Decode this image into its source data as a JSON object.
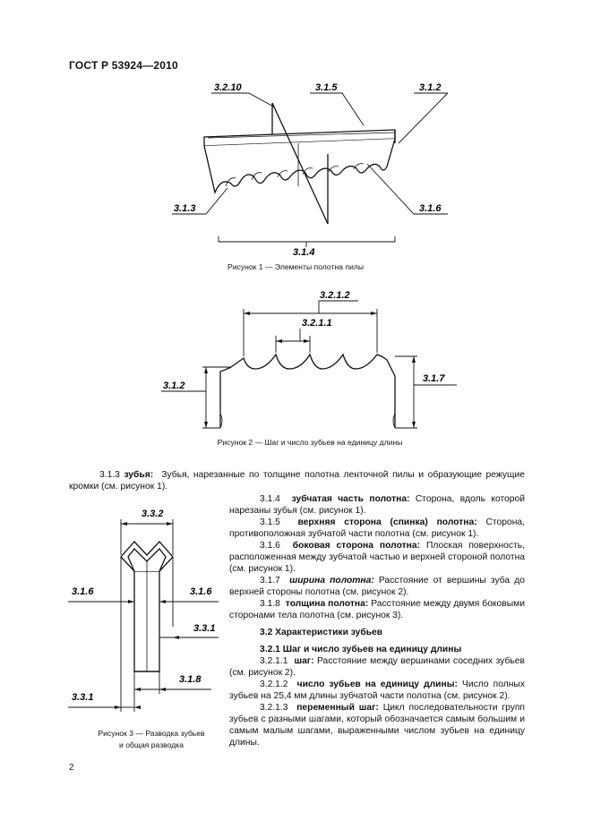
{
  "header": {
    "doc_id": "ГОСТ Р 53924—2010"
  },
  "figure1": {
    "labels": {
      "l3210": "3.2.10",
      "l315": "3.1.5",
      "l312": "3.1.2",
      "l313": "3.1.3",
      "l316": "3.1.6",
      "l314": "3.1.4"
    },
    "caption": "Рисунок 1 — Элементы полотна пилы"
  },
  "figure2": {
    "labels": {
      "l3212": "3.2.1.2",
      "l3211": "3.2.1.1",
      "l312": "3.1.2",
      "l317": "3.1.7"
    },
    "caption": "Рисунок 2 — Шаг и число зубьев на единицу длины"
  },
  "figure3": {
    "labels": {
      "l332": "3.3.2",
      "l316a": "3.1.6",
      "l316b": "3.1.6",
      "l331a": "3.3.1",
      "l318": "3.1.8",
      "l331b": "3.3.1"
    },
    "caption_line1": "Рисунок 3 — Разводка зубьев",
    "caption_line2": "и общая разводка"
  },
  "text": {
    "p313_num": "3.1.3",
    "p313_term": "зубья:",
    "p313_body": "Зубья, нарезанные по толщине полотна ленточной пилы и образующие режущие кромки (см. рисунок 1).",
    "p314_num": "3.1.4",
    "p314_term": "зубчатая часть полотна:",
    "p314_body": "Сторона, вдоль которой нарезаны зубья (см. рисунок 1).",
    "p315_num": "3.1.5",
    "p315_term": "верхняя сторона (спинка) полотна:",
    "p315_body": "Сторона, противоположная зубчатой части полотна (см. рисунок 1).",
    "p316_num": "3.1.6",
    "p316_term": "боковая сторона полотна:",
    "p316_body": "Плоская поверхность, расположенная между зубчатой частью и верхней стороной полотна (см. рисунок 1).",
    "p317_num": "3.1.7",
    "p317_term": "ширина полотна:",
    "p317_body": "Расстояние от вершины зуба до верхней стороны полотна (см. рисунок 2).",
    "p318_num": "3.1.8",
    "p318_term": "толщина полотна:",
    "p318_body": "Расстояние между двумя боковыми сторонами тела полотна (см. рисунок 3).",
    "s32": "3.2 Характеристики зубьев",
    "s321": "3.2.1 Шаг и число зубьев на единицу длины",
    "p3211_num": "3.2.1.1",
    "p3211_term": "шаг:",
    "p3211_body": "Расстояние между вершинами соседних зубьев (см. рисунок 2).",
    "p3212_num": "3.2.1.2",
    "p3212_term": "число зубьев на единицу длины:",
    "p3212_body": "Число полных зубьев на 25,4 мм длины зубчатой части полотна (см. рисунок 2).",
    "p3213_num": "3.2.1.3",
    "p3213_term": "переменный шаг:",
    "p3213_body": "Цикл последовательности групп зубьев с разными шагами, который обозначается самым большим и самым малым шагами, выраженными числом зубьев на единицу длины."
  },
  "page_number": "2"
}
